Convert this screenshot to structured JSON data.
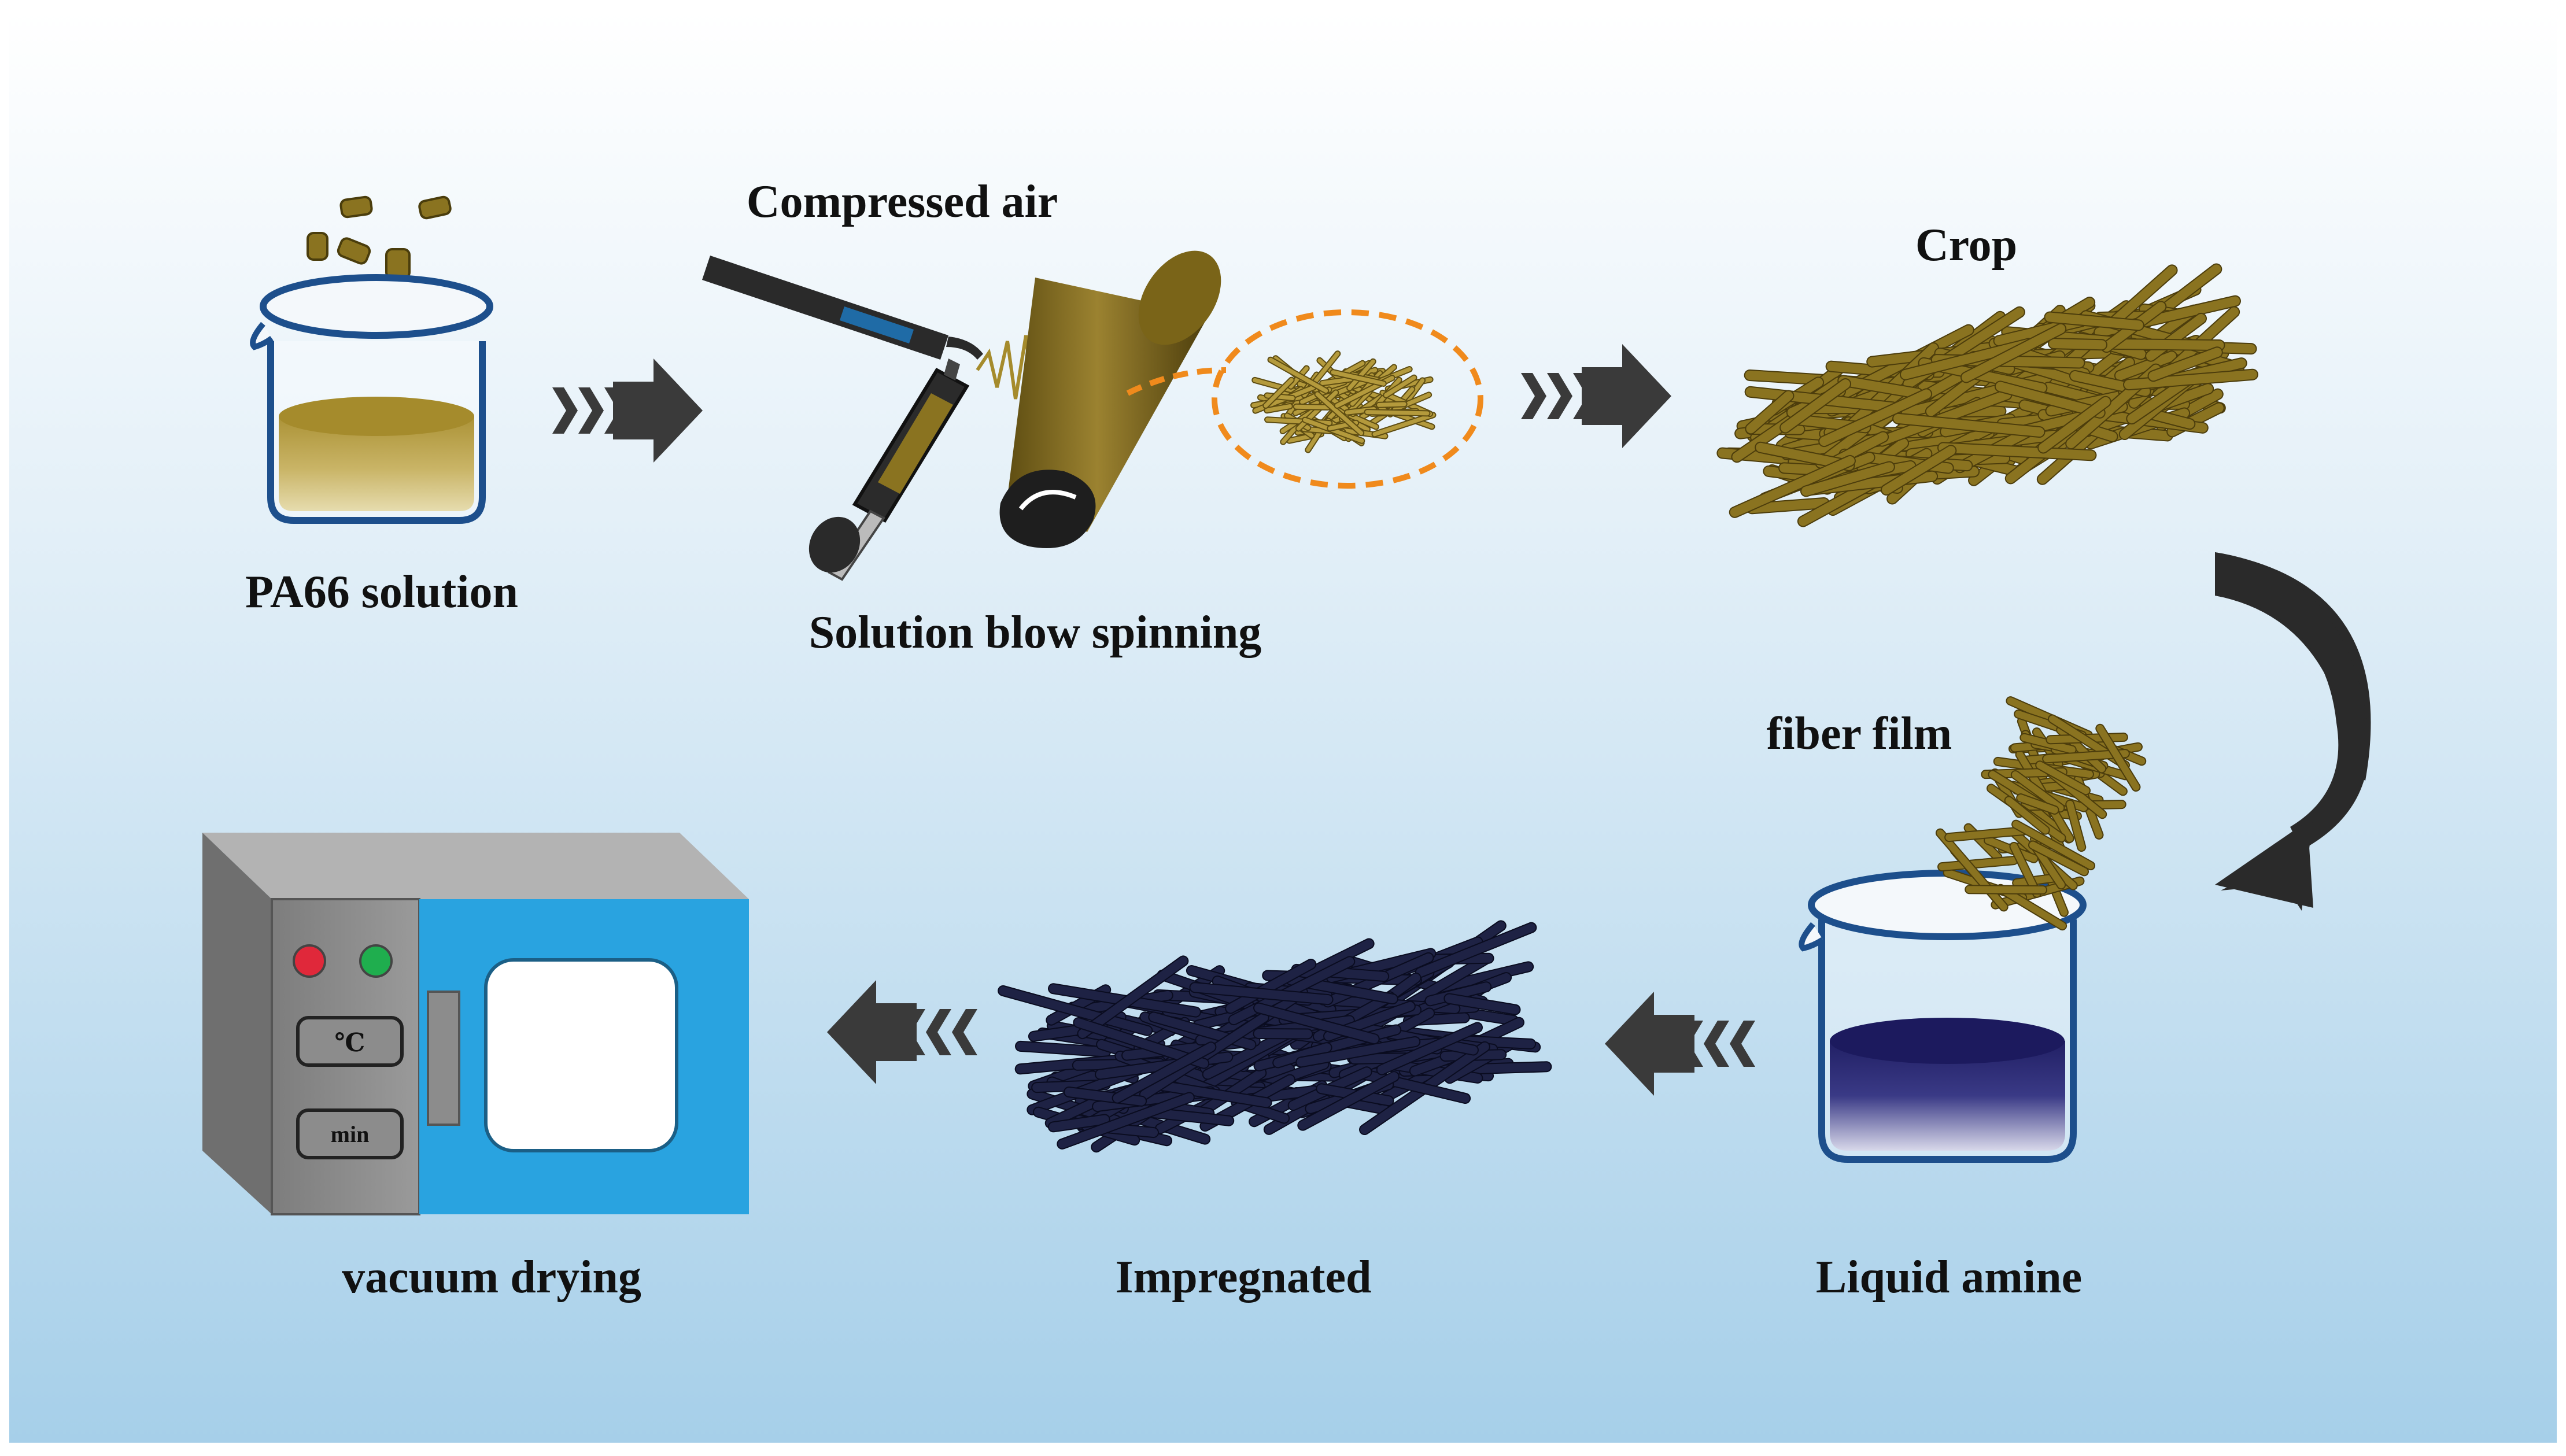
{
  "labels": {
    "pa66_solution": "PA66 solution",
    "compressed_air": "Compressed air",
    "solution_blow_spinning": "Solution blow spinning",
    "crop": "Crop",
    "fiber_film": "fiber film",
    "liquid_amine": "Liquid amine",
    "impregnated": "Impregnated",
    "vacuum_drying": "vacuum drying"
  },
  "oven_panel": {
    "temp_unit": "℃",
    "time_unit": "min"
  },
  "colors": {
    "background_top": "#ffffff",
    "background_bottom": "#9fcbe8",
    "fiber_gold": "#8a7320",
    "fiber_gold_light": "#b49a3c",
    "amine_navy": "#1c1a5e",
    "impregnated_navy": "#1e2244",
    "arrow_dark": "#3a3a3a",
    "orange_dash": "#f08a1c",
    "oven_blue": "#29a3e0",
    "oven_gray": "#8c8c8c",
    "indicator_red": "#e0283a",
    "indicator_green": "#1fae4e"
  },
  "icons": [
    "beaker-icon",
    "pellet-icon",
    "air-nozzle-icon",
    "syringe-icon",
    "collector-drum-icon",
    "fiber-mat-icon",
    "process-arrow-icon",
    "curved-arrow-icon",
    "vacuum-oven-icon"
  ]
}
